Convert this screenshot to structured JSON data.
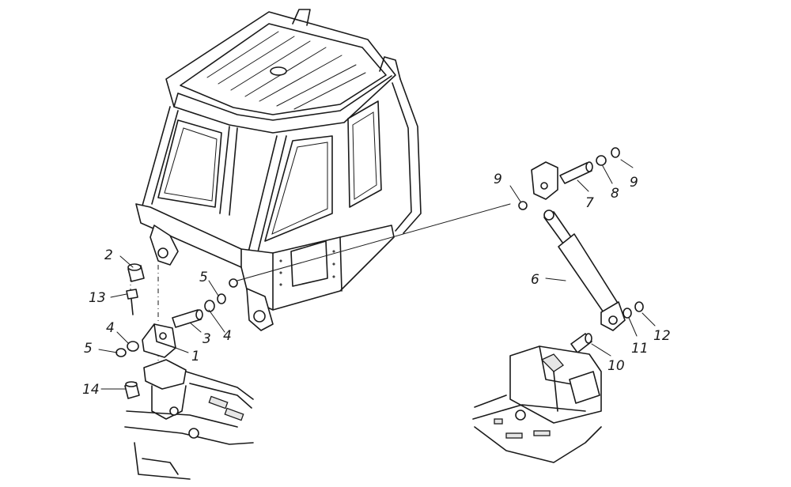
{
  "callouts": {
    "c1": "1",
    "c2": "2",
    "c3": "3",
    "c4a": "4",
    "c4b": "4",
    "c5a": "5",
    "c5b": "5",
    "c6": "6",
    "c7": "7",
    "c8": "8",
    "c9a": "9",
    "c9b": "9",
    "c10": "10",
    "c11": "11",
    "c12": "12",
    "c13": "13",
    "c14": "14"
  }
}
